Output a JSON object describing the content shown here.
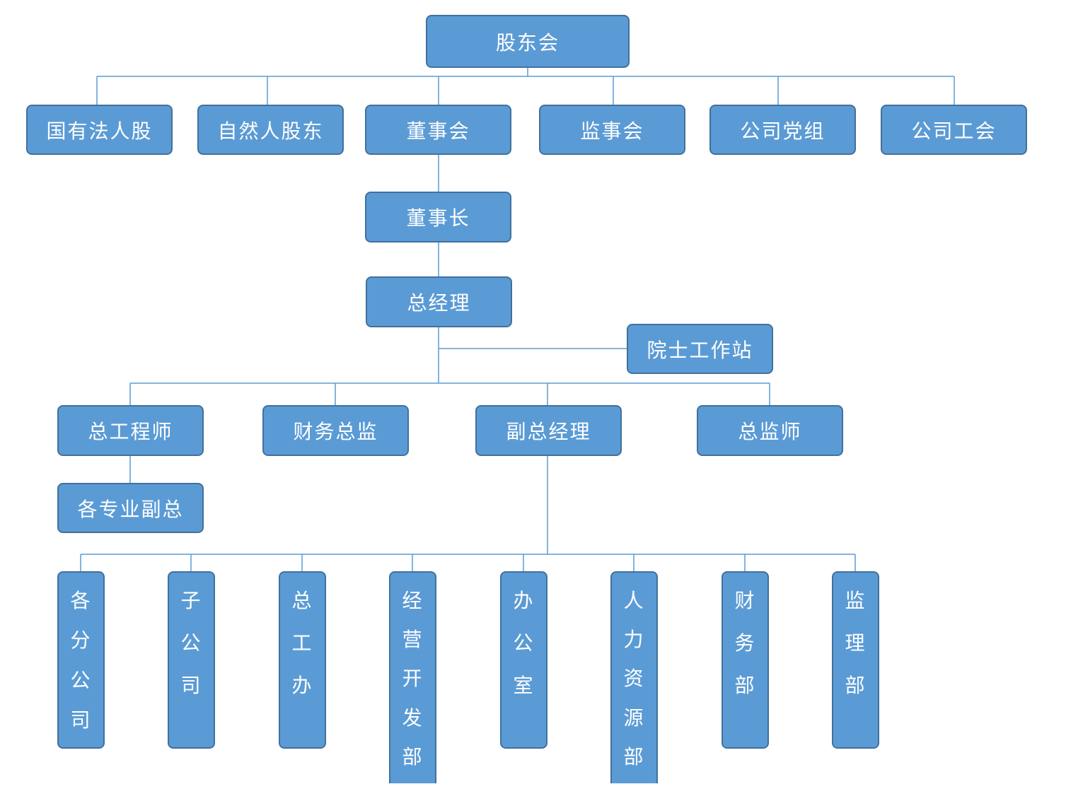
{
  "chart_data": {
    "type": "org-chart",
    "root": "股东会",
    "shareholders": [
      "国有法人股",
      "自然人股东"
    ],
    "board": "董事会",
    "supervisors": "监事会",
    "party_group": "公司党组",
    "union": "公司工会",
    "chairman": "董事长",
    "general_manager": "总经理",
    "academician_station": "院士工作站",
    "chief_engineer": "总工程师",
    "cfo": "财务总监",
    "deputy_gm": "副总经理",
    "chief_supervisor": "总监师",
    "specialty_deputies": "各专业副总",
    "departments": [
      "各分公司",
      "子公司",
      "总工办",
      "经营开发部",
      "办公室",
      "人力资源部",
      "财务部",
      "监理部"
    ]
  }
}
